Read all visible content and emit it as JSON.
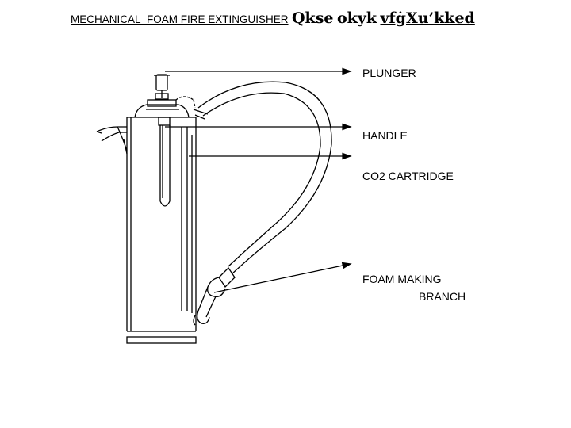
{
  "title": {
    "english": "MECHANICAL_FOAM FIRE EXTINGUISHER",
    "hindi_word1": "Qkse",
    "hindi_word2": "okyk",
    "hindi_word3": "vfġXu’kked"
  },
  "labels": {
    "plunger": "PLUNGER",
    "handle": "HANDLE",
    "co2_cartridge": "CO2 CARTRIDGE",
    "foam_branch_line1": "FOAM MAKING",
    "foam_branch_line2": "BRANCH"
  },
  "colors": {
    "stroke": "#000000",
    "background": "#ffffff"
  }
}
